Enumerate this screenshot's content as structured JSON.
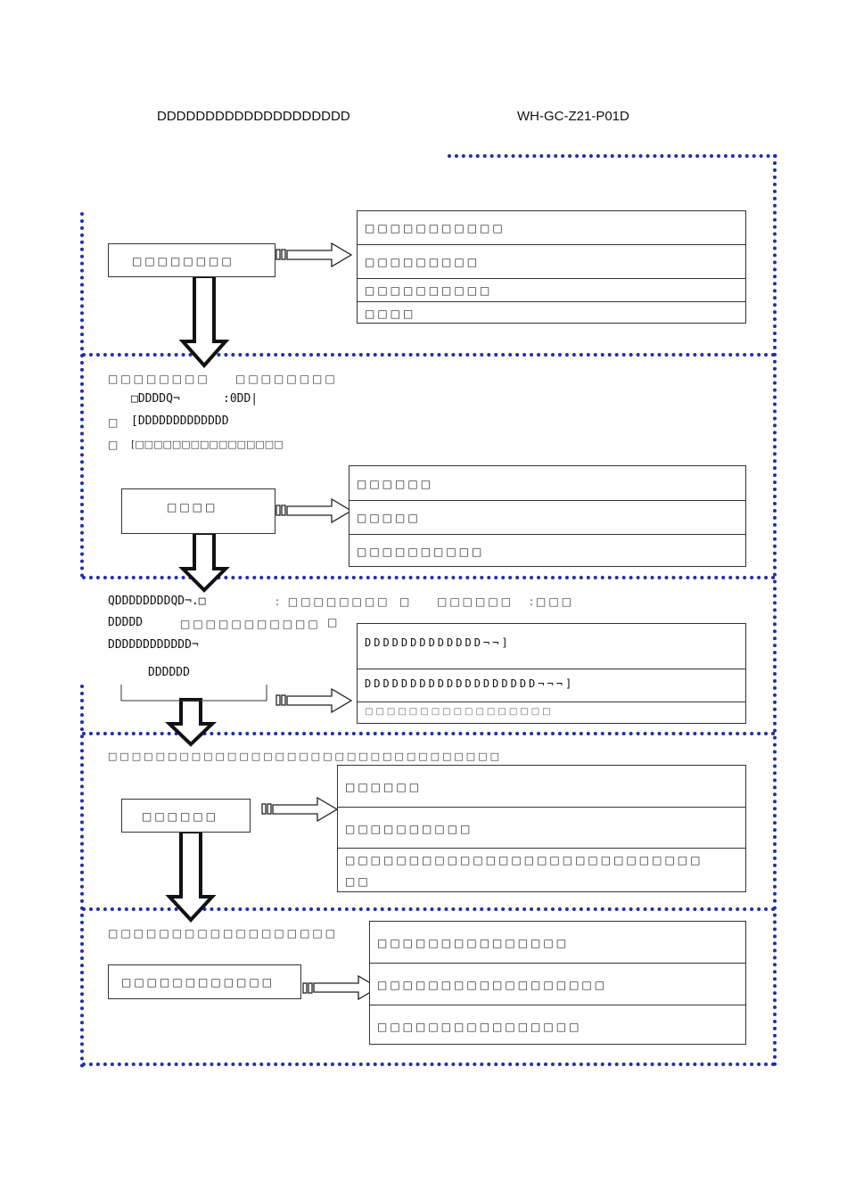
{
  "header": {
    "left_title": "DDDDDDDDDDDDDDDDDDDD",
    "doc_code": "WH-GC-Z21-P01D"
  },
  "stage1": {
    "box": "□□□□□□□□",
    "items": [
      "□□□□□□□□□□□",
      "□□□□□□□□□",
      "□□□□□□□□□□",
      "□□□□"
    ]
  },
  "stage2": {
    "notes": [
      "□□□□□□□□",
      "□□□□□□□□",
      "□DDDDQ¬",
      ":0DD|",
      "□",
      "[DDDDDDDDDDDDD",
      "□",
      "[□□□□□□□□□□□□□□□□"
    ],
    "box": "□□□□",
    "items": [
      "□□□□□□",
      "□□□□□",
      "□□□□□□□□□□"
    ]
  },
  "stage3": {
    "notes": [
      "QDDDDDDDDQD¬.□",
      ": □□□□□□□□",
      "□",
      "□□□□□□",
      ":□□□",
      "DDDDD",
      "□□□□□□□□□□□",
      "□",
      "DDDDDDDDDDDD¬"
    ],
    "box": "DDDDDD",
    "items": [
      "DDDDDDDDDDDDD¬¬]",
      "DDDDDDDDDDDDDDDDDDD¬¬¬]",
      "□□□□□□□□□□□□□□□□□"
    ]
  },
  "stage4": {
    "note": "□□□□□□□□□□□□□□□□□□□□□□□□□□□□□□□□□",
    "box": "□□□□□□",
    "items": [
      "□□□□□□",
      "□□□□□□□□□□",
      "□□□□□□□□□□□□□□□□□□□□□□□□□□□□",
      "□□"
    ]
  },
  "stage5": {
    "note": "□□□□□□□□□□□□□□□□□□",
    "box": "□□□□□□□□□□□□",
    "items": [
      "□□□□□□□□□□□□□□□",
      "□□□□□□□□□□□□□□□□□□",
      "□□□□□□□□□□□□□□□□"
    ]
  }
}
